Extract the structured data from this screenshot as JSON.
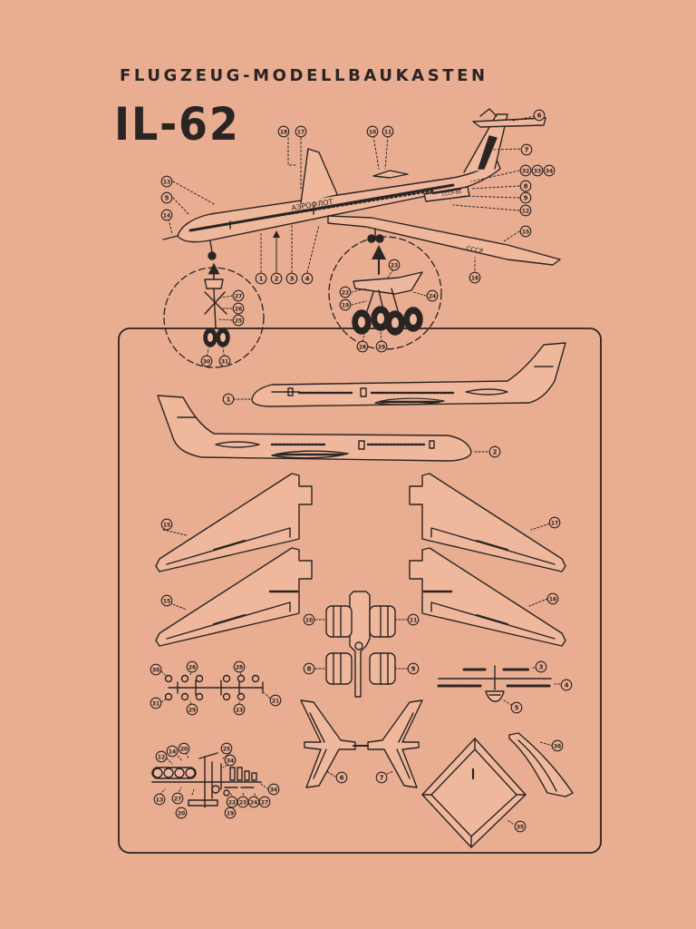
{
  "header": {
    "kit_title": "FLUGZEUG-MODELLBAUKASTEN",
    "model_title": "IL-62"
  },
  "aircraft": {
    "airline_text": "АЭРОФЛОТ",
    "country_text": "СССР",
    "registration_text": "СССР-86"
  },
  "callouts": {
    "p1": "1",
    "p2": "2",
    "p3": "3",
    "p4": "4",
    "p5": "5",
    "p6": "6",
    "p7": "7",
    "p8": "8",
    "p9": "9",
    "p10": "10",
    "p11": "11",
    "p12": "12",
    "p13": "13",
    "p14": "14",
    "p15": "15",
    "p16": "16",
    "p17": "17",
    "p18": "18",
    "p19": "19",
    "p20": "20",
    "p21": "21",
    "p22": "22",
    "p23": "23",
    "p24": "24",
    "p25": "25",
    "p26": "26",
    "p27": "27",
    "p28": "28",
    "p29": "29",
    "p30": "30",
    "p31": "31",
    "p32": "32",
    "p33": "33",
    "p34": "34",
    "p35": "35",
    "p36": "36"
  },
  "colors": {
    "paper": "#e9ad92",
    "ink": "#2a2422"
  }
}
